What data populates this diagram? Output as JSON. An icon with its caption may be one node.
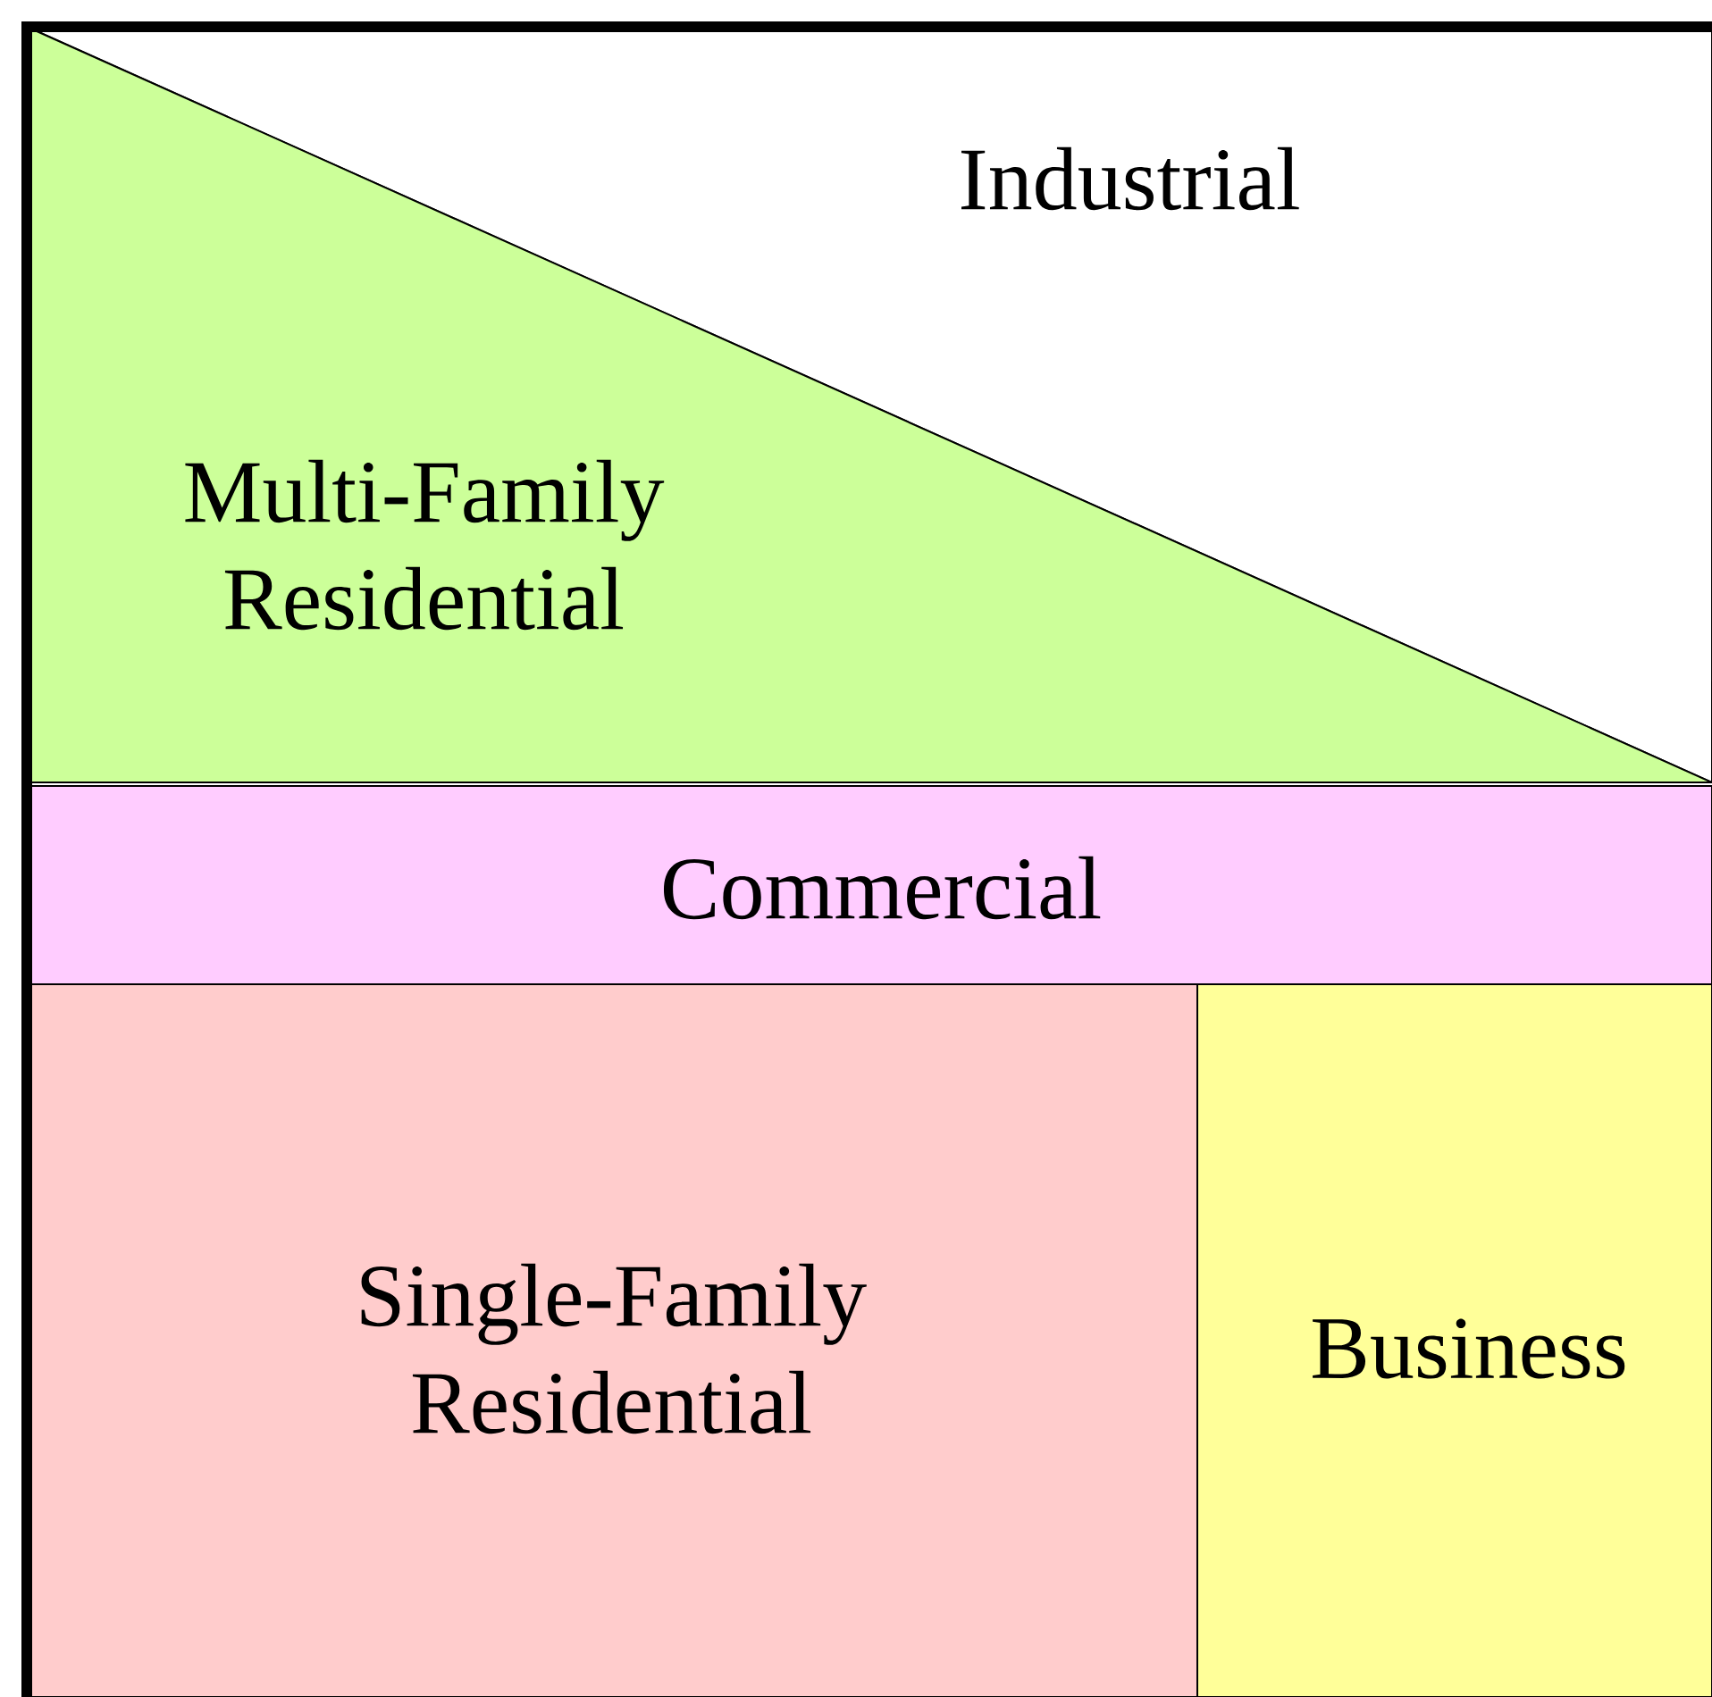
{
  "diagram": {
    "nodes": [
      {
        "text": [
          "Industrial"
        ]
      },
      {
        "text": [
          "Multi-Family Residential"
        ]
      },
      {
        "text": [
          "Commercial"
        ]
      },
      {
        "text": [
          "Single-Family Residential"
        ]
      },
      {
        "text": [
          "Business"
        ]
      }
    ]
  }
}
